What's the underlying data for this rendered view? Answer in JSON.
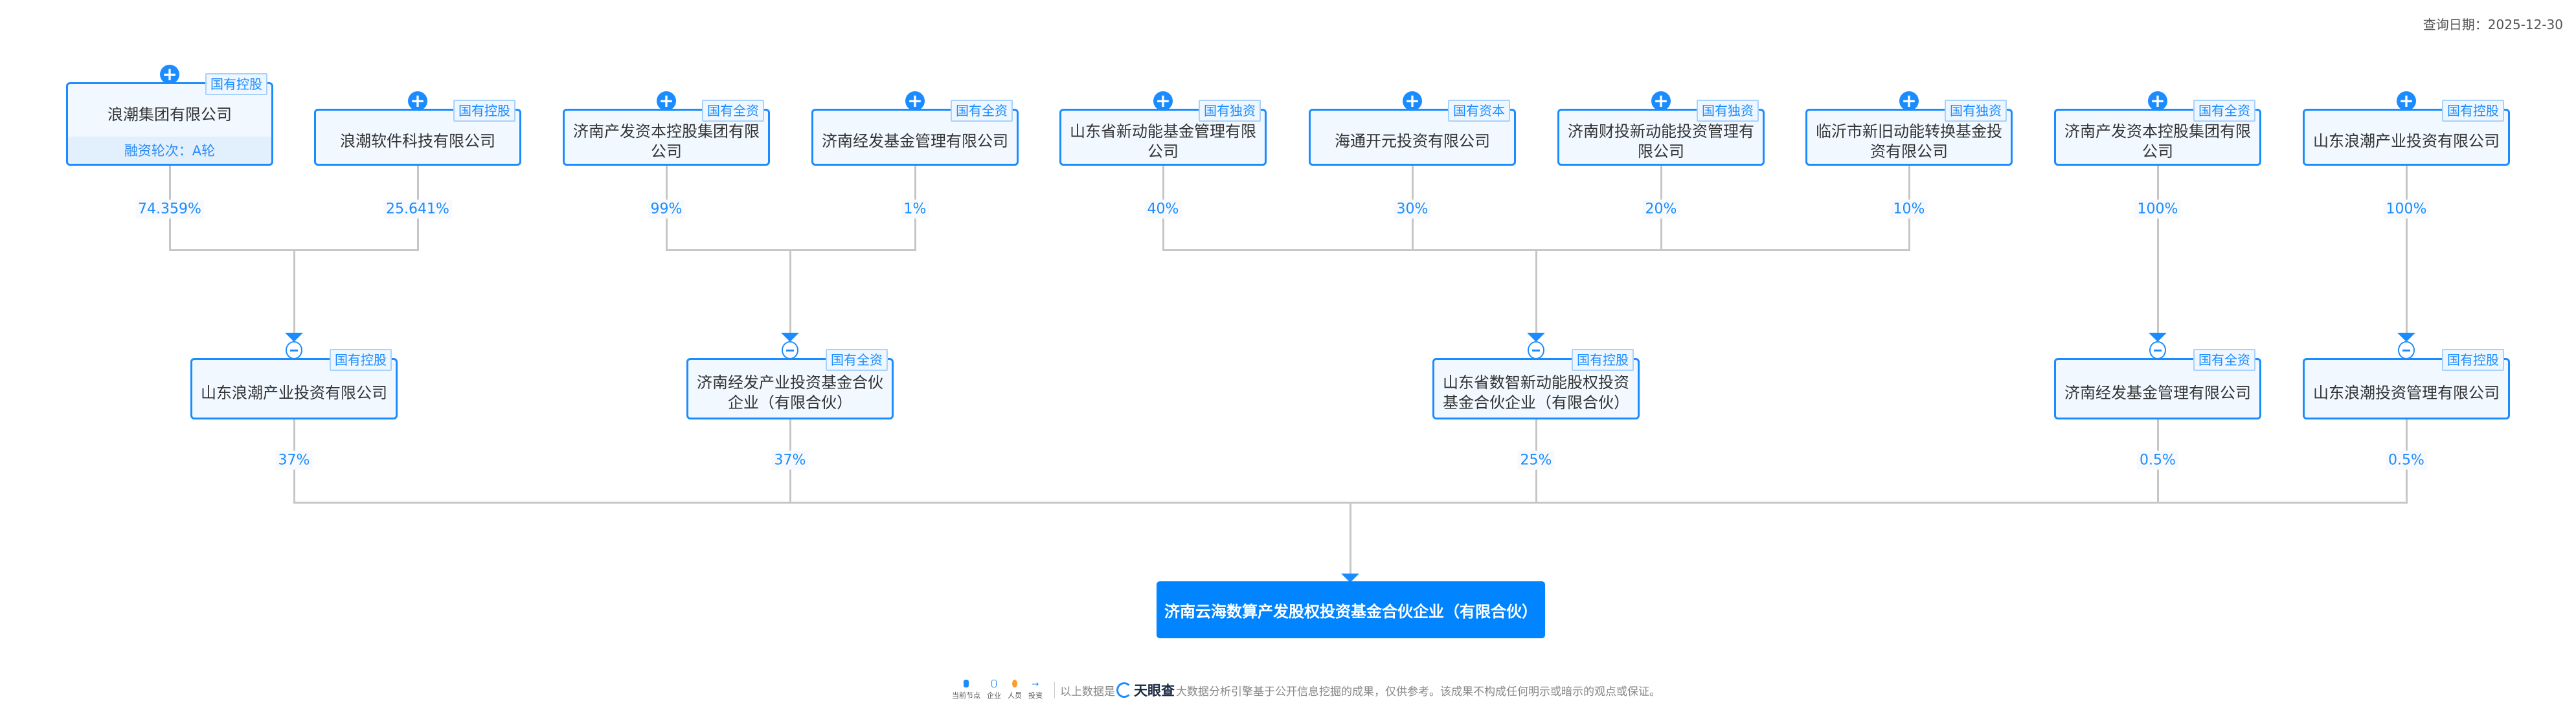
{
  "query_date": "查询日期：2025-12-30",
  "top_row": [
    {
      "name": "浪潮集团有限公司",
      "tag": "国有控股",
      "extra": "融资轮次：A轮",
      "pct": "74.359%"
    },
    {
      "name": "浪潮软件科技有限公司",
      "tag": "国有控股",
      "pct": "25.641%"
    },
    {
      "name": "济南产发资本控股集团有限公司",
      "tag": "国有全资",
      "pct": "99%"
    },
    {
      "name": "济南经发基金管理有限公司",
      "tag": "国有全资",
      "pct": "1%"
    },
    {
      "name": "山东省新动能基金管理有限公司",
      "tag": "国有独资",
      "pct": "40%"
    },
    {
      "name": "海通开元投资有限公司",
      "tag": "国有资本",
      "pct": "30%"
    },
    {
      "name": "济南财投新动能投资管理有限公司",
      "tag": "国有独资",
      "pct": "20%"
    },
    {
      "name": "临沂市新旧动能转换基金投资有限公司",
      "tag": "国有独资",
      "pct": "10%"
    },
    {
      "name": "济南产发资本控股集团有限公司",
      "tag": "国有全资",
      "pct": "100%"
    },
    {
      "name": "山东浪潮产业投资有限公司",
      "tag": "国有控股",
      "pct": "100%"
    }
  ],
  "middle_row": [
    {
      "name": "山东浪潮产业投资有限公司",
      "tag": "国有控股",
      "pct": "37%"
    },
    {
      "name": "济南经发产业投资基金合伙企业（有限合伙）",
      "tag": "国有全资",
      "pct": "37%"
    },
    {
      "name": "山东省数智新动能股权投资基金合伙企业（有限合伙）",
      "tag": "国有控股",
      "pct": "25%"
    },
    {
      "name": "济南经发基金管理有限公司",
      "tag": "国有全资",
      "pct": "0.5%"
    },
    {
      "name": "山东浪潮投资管理有限公司",
      "tag": "国有控股",
      "pct": "0.5%"
    }
  ],
  "target": {
    "name": "济南云海数算产发股权投资基金合伙企业（有限合伙）"
  },
  "legend": [
    {
      "label": "当前节点",
      "color": "#1a8cff"
    },
    {
      "label": "企业",
      "color": "#ffffff"
    },
    {
      "label": "人员",
      "color": "#ff9a2e"
    },
    {
      "label": "投资",
      "color": "#1a8cff"
    }
  ],
  "footer": {
    "prefix": "以上数据是",
    "brand": "天眼查",
    "suffix": "大数据分析引擎基于公开信息挖掘的成果，仅供参考。该成果不构成任何明示或暗示的观点或保证。"
  }
}
